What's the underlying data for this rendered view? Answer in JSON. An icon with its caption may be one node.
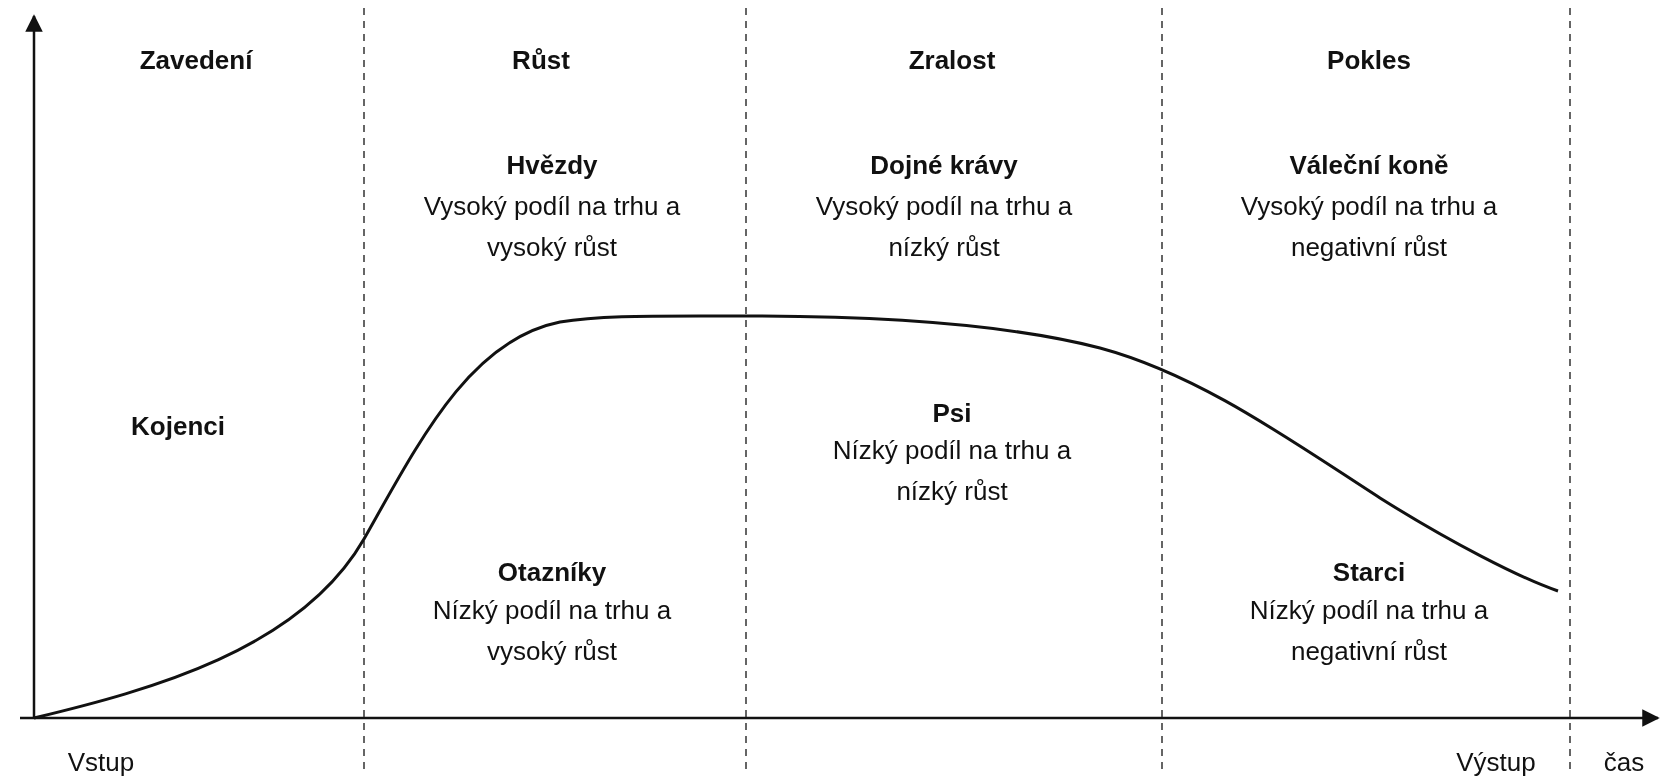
{
  "diagram": {
    "labels": [
      "Zavedení",
      "Růst",
      "Zralost",
      "Pokles",
      "Hvězdy",
      "Vysoký podíl na trhu a vysoký růst",
      "Dojné krávy",
      "Vysoký podíl na trhu a nízký růst",
      "Váleční koně",
      "Vysoký podíl na trhu a negativní růst",
      "Kojenci",
      "Psi",
      "Nízký podíl na trhu a nízký růst",
      "Otazníky",
      "Nízký podíl na trhu a vysoký růst",
      "Starci",
      "Nízký podíl na trhu a negativní růst",
      "Vstup",
      "Výstup",
      "čas"
    ]
  }
}
